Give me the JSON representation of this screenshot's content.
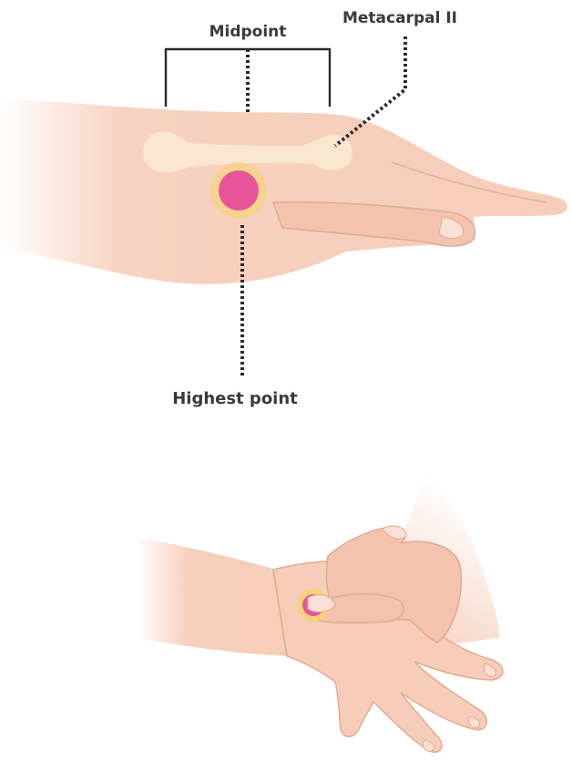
{
  "labels": {
    "midpoint": "Midpoint",
    "metacarpal": "Metacarpal II",
    "highest_point": "Highest point"
  },
  "colors": {
    "skin_light": "#fbe3d6",
    "skin": "#f6cdb9",
    "skin_dark": "#eab39c",
    "outline": "#d99c86",
    "bone": "#fbe6d2",
    "acupoint": "#e8559a",
    "acupoint_halo": "#f6d27a",
    "line": "#2b2b2b",
    "text": "#3a3a3a"
  }
}
